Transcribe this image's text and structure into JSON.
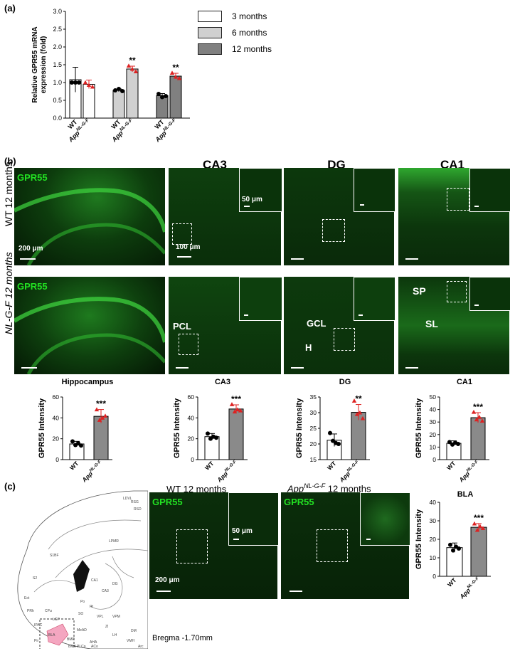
{
  "panels": {
    "a": "(a)",
    "b": "(b)",
    "c": "(c)"
  },
  "legend": [
    {
      "label": "3 months",
      "color": "#ffffff"
    },
    {
      "label": "6 months",
      "color": "#d0d0d0"
    },
    {
      "label": "12 months",
      "color": "#808080"
    }
  ],
  "micro_b": {
    "titles": [
      "CA3",
      "DG",
      "CA1"
    ],
    "row_labels": [
      "WT 12 months",
      "NL-G-F 12 months"
    ],
    "stain": "GPR55",
    "scale_200": "200 μm",
    "scale_100": "100 μm",
    "scale_50": "50 μm",
    "layers": {
      "pcl": "PCL",
      "gcl": "GCL",
      "h": "H",
      "sp": "SP",
      "sl": "SL"
    }
  },
  "micro_c": {
    "wt_title": "WT 12 months",
    "app_title_prefix": "App",
    "app_title_sup": "NL-G-F",
    "app_title_suffix": " 12 months",
    "stain": "GPR55",
    "scale_200": "200 μm",
    "scale_50": "50 μm",
    "bregma": "Bregma -1.70mm",
    "atlas_labels": [
      "SO",
      "CA1",
      "CA3",
      "DG",
      "BLA",
      "CPu",
      "VPL",
      "VPM",
      "LGP",
      "RSG",
      "S1BF",
      "S2",
      "Po",
      "Ect",
      "PRh",
      "BMP",
      "BMA",
      "MeAD",
      "LH",
      "DM",
      "VMH",
      "RSD",
      "Arc",
      "ZI",
      "Rt",
      "LDVL",
      "LPMR",
      "IPAC",
      "AHA",
      "Pir",
      "ACo",
      "PLCo"
    ]
  },
  "chart_data": [
    {
      "id": "a",
      "type": "bar",
      "ylabel": "Relative GPR55 mRNA expression (fold)",
      "ylim": [
        0,
        3.0
      ],
      "yticks": [
        "0.0",
        "0.5",
        "1.0",
        "1.5",
        "2.0",
        "2.5",
        "3.0"
      ],
      "groups": [
        "3 months",
        "6 months",
        "12 months"
      ],
      "categories": [
        "WT",
        "App NL-G-F",
        "WT",
        "App NL-G-F",
        "WT",
        "App NL-G-F"
      ],
      "values": [
        1.08,
        0.95,
        0.78,
        1.38,
        0.63,
        1.18
      ],
      "errors": [
        0.35,
        0.12,
        0.04,
        0.08,
        0.06,
        0.08
      ],
      "points": [
        [
          1.0,
          1.0,
          1.0
        ],
        [
          1.0,
          0.93,
          0.88
        ],
        [
          0.78,
          0.82,
          0.76
        ],
        [
          1.47,
          1.38,
          1.31
        ],
        [
          0.68,
          0.59,
          0.62
        ],
        [
          1.27,
          1.16,
          1.12
        ]
      ],
      "significance": [
        "",
        "",
        "",
        "**",
        "",
        "**"
      ]
    },
    {
      "id": "b-hippocampus",
      "type": "bar",
      "title": "Hippocampus",
      "ylabel": "GPR55 Intensity",
      "ylim": [
        0,
        60
      ],
      "yticks": [
        "0",
        "20",
        "40",
        "60"
      ],
      "categories": [
        "WT",
        "App NL-G-F"
      ],
      "values": [
        15,
        41.5
      ],
      "errors": [
        2.5,
        6.5
      ],
      "points": [
        [
          17.5,
          14,
          15.5,
          13.5
        ],
        [
          48,
          38,
          40,
          42
        ]
      ],
      "significance": [
        "",
        "***"
      ]
    },
    {
      "id": "b-ca3",
      "type": "bar",
      "title": "CA3",
      "ylabel": "GPR55 Intensity",
      "ylim": [
        0,
        60
      ],
      "yticks": [
        "0",
        "20",
        "40",
        "60"
      ],
      "categories": [
        "WT",
        "App NL-G-F"
      ],
      "values": [
        22,
        48.5
      ],
      "errors": [
        3,
        4
      ],
      "points": [
        [
          25,
          20,
          22,
          21
        ],
        [
          53,
          46,
          48,
          47
        ]
      ],
      "significance": [
        "",
        "***"
      ]
    },
    {
      "id": "b-dg",
      "type": "bar",
      "title": "DG",
      "ylabel": "GPR55 Intensity",
      "ylim": [
        15,
        35
      ],
      "yticks": [
        "15",
        "20",
        "25",
        "30",
        "35"
      ],
      "categories": [
        "WT",
        "App NL-G-F"
      ],
      "values": [
        21.2,
        30.1
      ],
      "errors": [
        2.0,
        2.5
      ],
      "points": [
        [
          23.5,
          21,
          20.3,
          20
        ],
        [
          33.8,
          29.5,
          30,
          28.2
        ]
      ],
      "significance": [
        "",
        "**"
      ]
    },
    {
      "id": "b-ca1",
      "type": "bar",
      "title": "CA1",
      "ylabel": "GPR55 Intensity",
      "ylim": [
        0,
        50
      ],
      "yticks": [
        "0",
        "10",
        "20",
        "30",
        "40",
        "50"
      ],
      "categories": [
        "WT",
        "App NL-G-F"
      ],
      "values": [
        13,
        33.5
      ],
      "errors": [
        2,
        4
      ],
      "points": [
        [
          14,
          12,
          13.5,
          12.5
        ],
        [
          38,
          32,
          34,
          31
        ]
      ],
      "significance": [
        "",
        "***"
      ]
    },
    {
      "id": "c-bla",
      "type": "bar",
      "title": "BLA",
      "ylabel": "GPR55 Intensity",
      "ylim": [
        0,
        40
      ],
      "yticks": [
        "0",
        "10",
        "20",
        "30",
        "40"
      ],
      "categories": [
        "WT",
        "App NL-G-F"
      ],
      "values": [
        15.5,
        26.5
      ],
      "errors": [
        2.5,
        2
      ],
      "points": [
        [
          17,
          14,
          16,
          15
        ],
        [
          28.5,
          25,
          27,
          26
        ]
      ],
      "significance": [
        "",
        "***"
      ]
    }
  ]
}
